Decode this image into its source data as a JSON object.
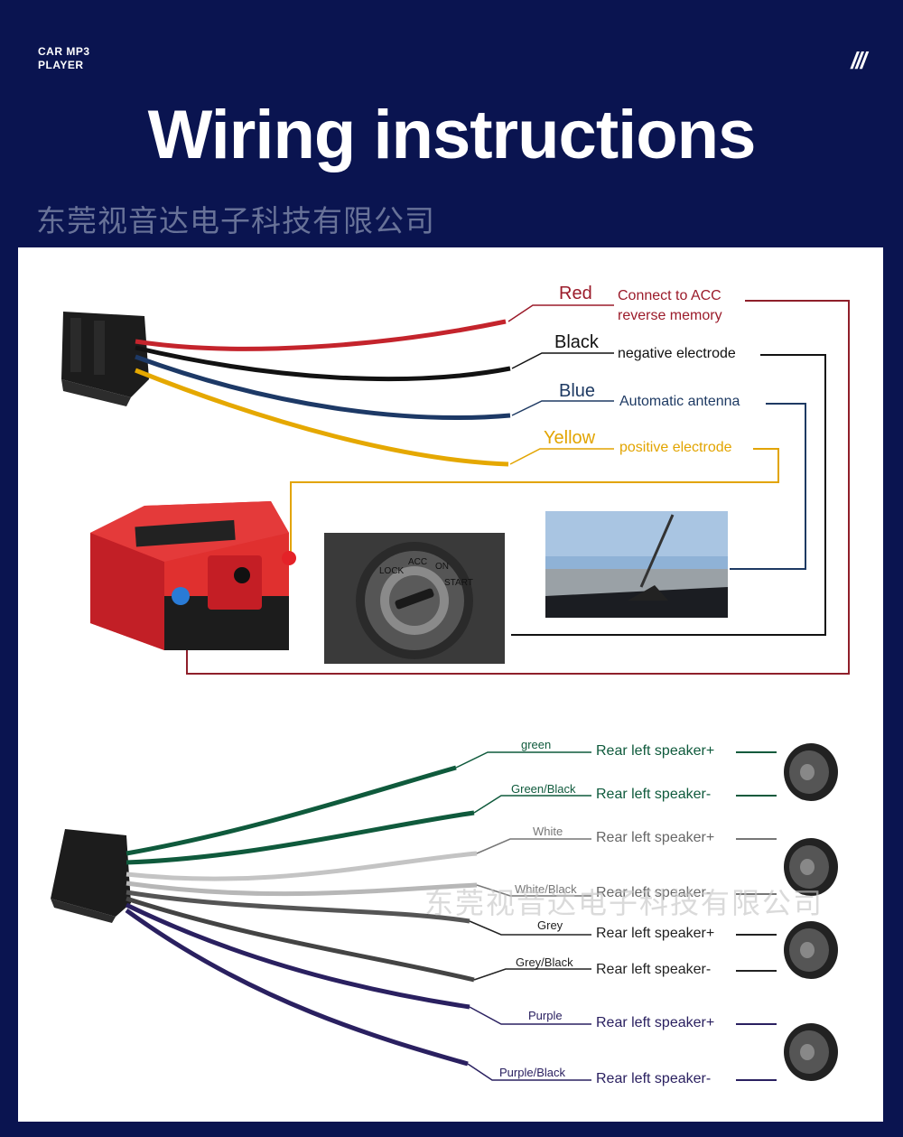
{
  "header": {
    "brand_line1": "CAR MP3",
    "brand_line2": "PLAYER",
    "decor": "///",
    "title": "Wiring instructions",
    "company_watermark": "东莞视音达电子科技有限公司"
  },
  "power_wires": [
    {
      "name": "Red",
      "color": "#9b1b2a",
      "desc_line1": "Connect to ACC",
      "desc_line2": "reverse memory"
    },
    {
      "name": "Black",
      "color": "#111111",
      "desc_line1": "negative electrode",
      "desc_line2": ""
    },
    {
      "name": "Blue",
      "color": "#1e3a63",
      "desc_line1": "Automatic antenna",
      "desc_line2": ""
    },
    {
      "name": "Yellow",
      "color": "#e2a400",
      "desc_line1": "positive electrode",
      "desc_line2": ""
    }
  ],
  "ignition_labels": [
    "LOCK",
    "ACC",
    "ON",
    "START"
  ],
  "speaker_wires": [
    {
      "name": "green",
      "color": "#0f5a3c",
      "desc": "Rear left speaker+"
    },
    {
      "name": "Green/Black",
      "color": "#0f5a3c",
      "desc": "Rear left speaker-"
    },
    {
      "name": "White",
      "color": "#777777",
      "desc": "Rear left speaker+"
    },
    {
      "name": "White/Black",
      "color": "#777777",
      "desc": "Rear left speaker-"
    },
    {
      "name": "Grey",
      "color": "#222222",
      "desc": "Rear left speaker+"
    },
    {
      "name": "Grey/Black",
      "color": "#222222",
      "desc": "Rear left speaker-"
    },
    {
      "name": "Purple",
      "color": "#2a2060",
      "desc": "Rear left speaker+"
    },
    {
      "name": "Purple/Black",
      "color": "#2a2060",
      "desc": "Rear left speaker-"
    }
  ],
  "watermark": "东莞视音达电子科技有限公司"
}
